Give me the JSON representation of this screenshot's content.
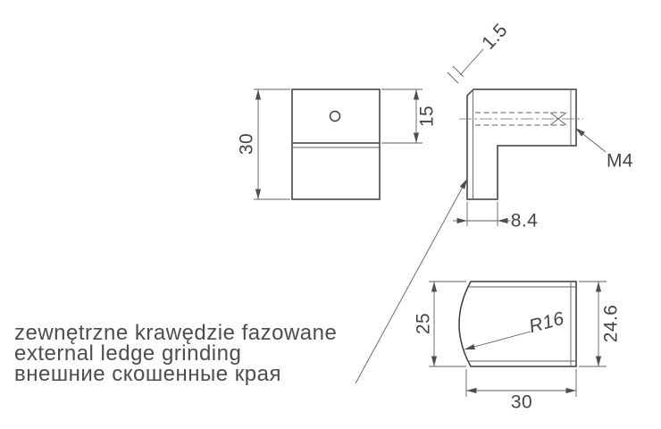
{
  "drawing": {
    "type": "technical-dimension-drawing",
    "part": "corner bracket with threaded hole"
  },
  "note": {
    "line1": "zewnętrzne krawędzie fazowane",
    "line2": "external  ledge grinding",
    "line3": "внешние скошенные края"
  },
  "dims": {
    "front_height": "30",
    "front_top": "15",
    "chamfer": "1.5",
    "thread": "M4",
    "ledge_width": "8.4",
    "side_height": "25",
    "radius": "R16",
    "body_height": "24.6",
    "body_width": "30"
  },
  "colors": {
    "outline": "#3c3c3c",
    "thin_line": "#5f5f5f",
    "text": "#454545",
    "background": "#ffffff"
  }
}
